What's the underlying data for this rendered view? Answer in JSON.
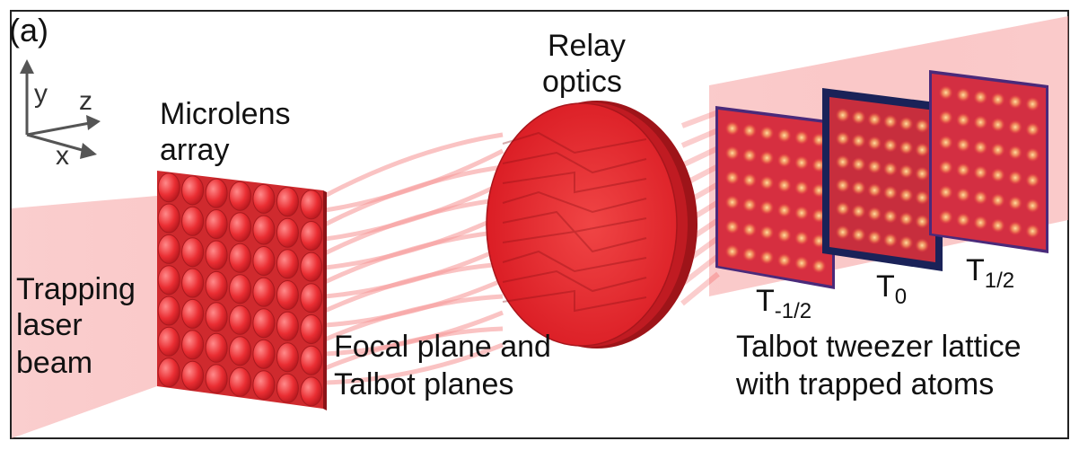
{
  "panel_label": "(a)",
  "axes": {
    "x": "x",
    "y": "y",
    "z": "z"
  },
  "labels": {
    "microlens_line1": "Microlens",
    "microlens_line2": "array",
    "trapping_line1": "Trapping",
    "trapping_line2": "laser",
    "trapping_line3": "beam",
    "relay_line1": "Relay",
    "relay_line2": "optics",
    "focal_line1": "Focal plane and",
    "focal_line2": "Talbot planes",
    "talbot_line1": "Talbot tweezer lattice",
    "talbot_line2": "with trapped atoms"
  },
  "planes": [
    {
      "base": "T",
      "sub": "-1/2"
    },
    {
      "base": "T",
      "sub": "0"
    },
    {
      "base": "T",
      "sub": "1/2"
    }
  ],
  "colors": {
    "beam": "#f23a3a",
    "lens": "#e8232a",
    "border": "#222222"
  }
}
